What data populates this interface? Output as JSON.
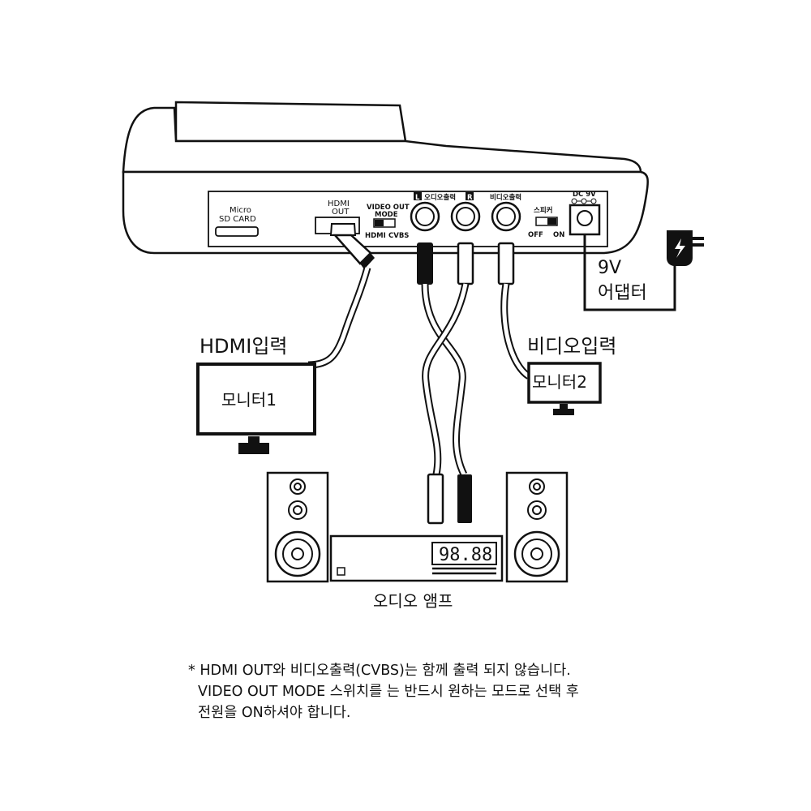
{
  "device_labels": {
    "micro_sd_line1": "Micro",
    "micro_sd_line2": "SD CARD",
    "hdmi_out_line1": "HDMI",
    "hdmi_out_line2": "OUT",
    "video_out_line1": "VIDEO OUT",
    "video_out_line2": "MODE",
    "video_out_hdmi": "HDMI",
    "video_out_cvbs": "CVBS",
    "audio_out_left_badge": "L",
    "audio_out_label": "오디오출력",
    "audio_out_right_badge": "R",
    "video_out_port": "비디오출력",
    "speaker_label": "스피커",
    "speaker_off": "OFF",
    "speaker_on": "ON",
    "dc_label": "DC 9V"
  },
  "adapter": {
    "line1": "9V",
    "line2": "어댑터"
  },
  "monitor1": {
    "caption": "HDMI입력",
    "screen": "모니터1"
  },
  "monitor2": {
    "caption": "비디오입력",
    "screen": "모니터2"
  },
  "amp": {
    "display": "98.88",
    "caption": "오디오 앰프"
  },
  "footnote": {
    "line1": "* HDMI OUT와 비디오출력(CVBS)는 함께 출력 되지 않습니다.",
    "line2": "VIDEO OUT MODE 스위치를 는 반드시 원하는 모드로 선택 후",
    "line3": "전원을 ON하셔야 합니다."
  },
  "icons": [
    "power-adapter-icon",
    "monitor-icon",
    "speaker-icon",
    "amplifier-icon",
    "rca-plug-icon",
    "hdmi-plug-icon"
  ]
}
